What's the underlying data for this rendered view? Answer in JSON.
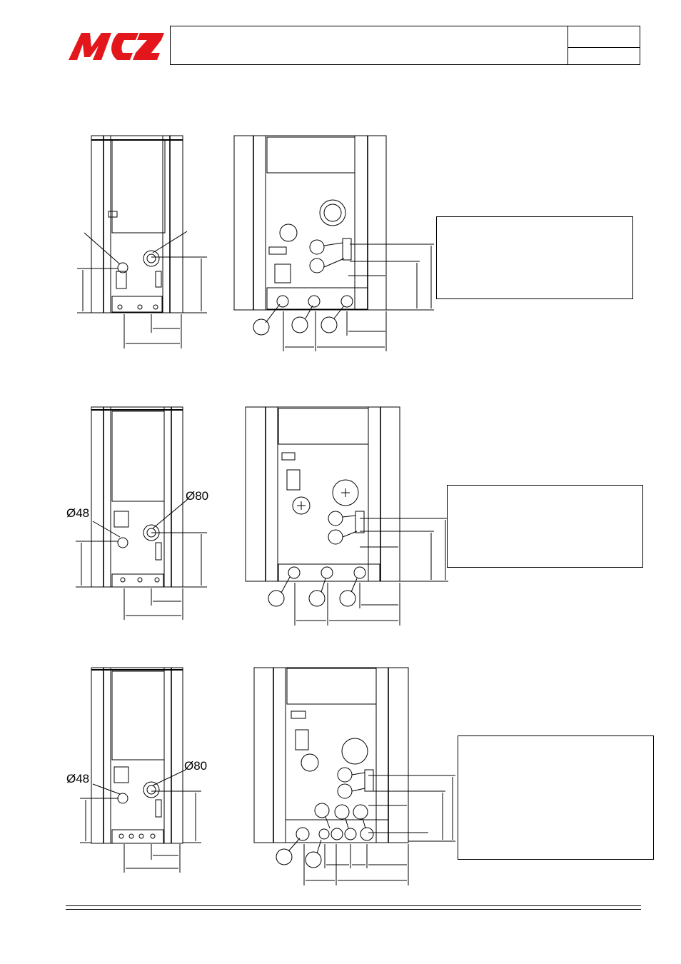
{
  "brand": {
    "logo_text": "MCZ",
    "color": "#e3161b"
  },
  "header": {
    "title": "",
    "code": "",
    "revision": ""
  },
  "groups": [
    {
      "label_left": "",
      "label_right": ""
    },
    {
      "label_left": "Ø48",
      "label_right": "Ø80"
    },
    {
      "label_left": "Ø48",
      "label_right": "Ø80"
    }
  ]
}
